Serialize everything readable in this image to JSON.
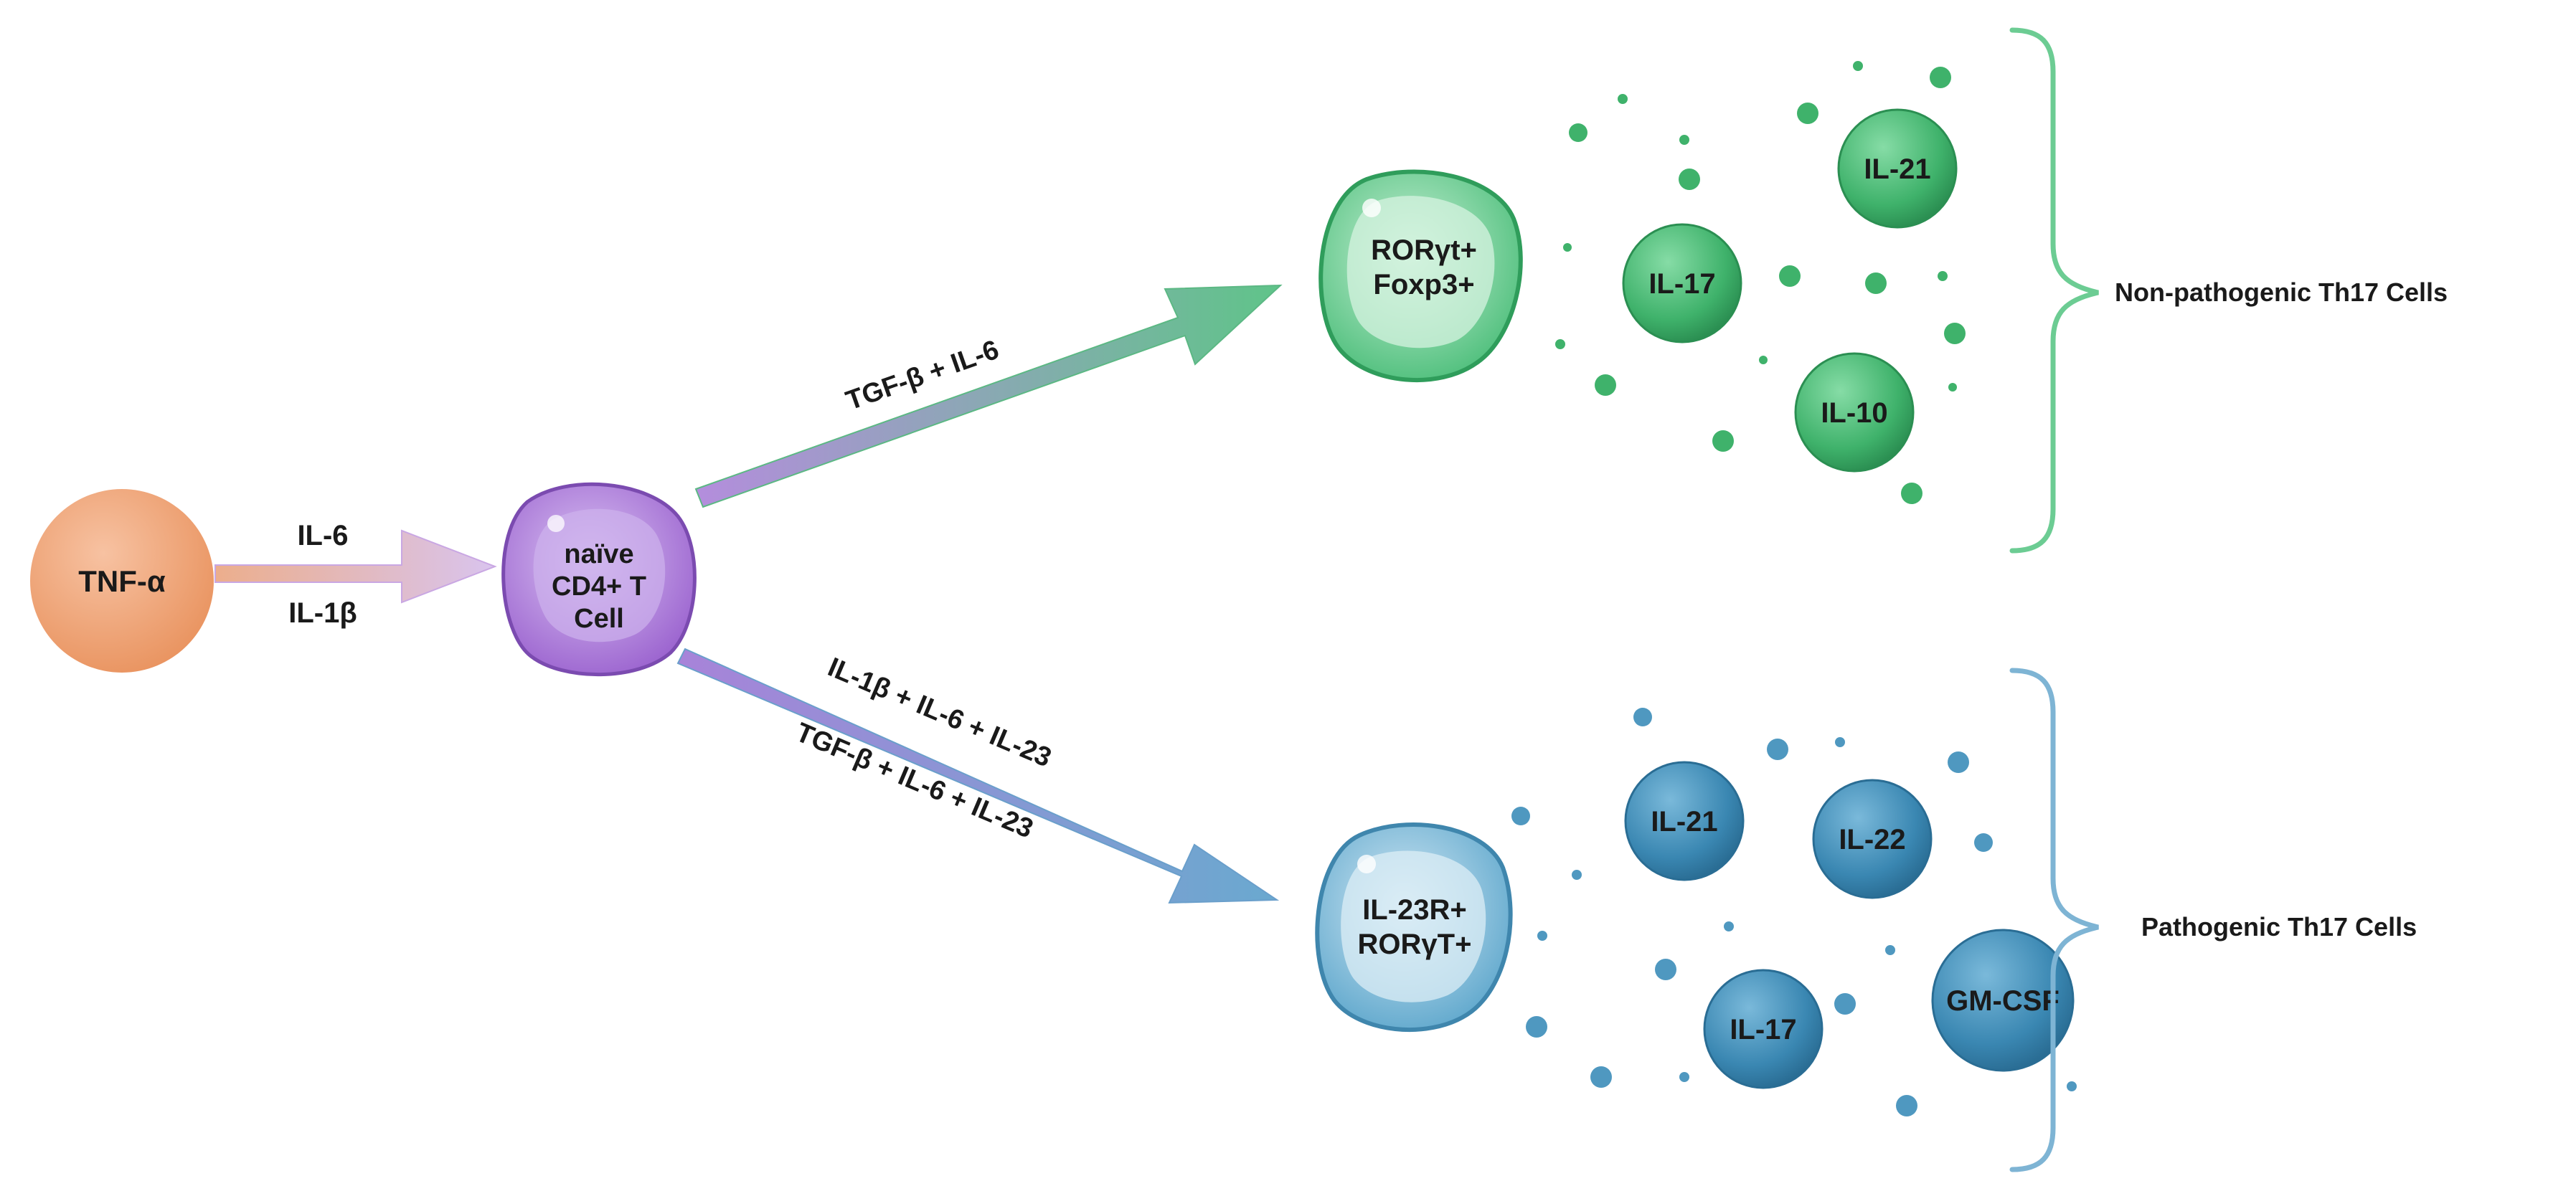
{
  "source_cell": {
    "label": "TNF-α"
  },
  "first_arrow": {
    "label_top": "IL-6",
    "label_bottom": "IL-1β"
  },
  "naive_cell": {
    "label_lines": [
      "naïve",
      "CD4+ T",
      "Cell"
    ]
  },
  "upper_branch": {
    "arrow_label": "TGF-β + IL-6",
    "cell_label_lines": [
      "RORγt+",
      "Foxp3+"
    ],
    "cytokines": [
      "IL-21",
      "IL-17",
      "IL-10"
    ],
    "group_label": "Non-pathogenic Th17 Cells"
  },
  "lower_branch": {
    "arrow_label_1": "IL-1β + IL-6 + IL-23",
    "arrow_label_2": "TGF-β + IL-6 + IL-23",
    "cell_label_lines": [
      "IL-23R+",
      "RORγT+"
    ],
    "cytokines": [
      "IL-21",
      "IL-22",
      "IL-17",
      "GM-CSF"
    ],
    "group_label": "Pathogenic Th17 Cells"
  },
  "colors": {
    "orange": "#ee9e73",
    "purple": "#a978d6",
    "green": "#3fb26b",
    "green_light": "#7ed8a0",
    "blue": "#3f8fb8",
    "blue_light": "#86c0dc",
    "text": "#1a1a1a"
  }
}
